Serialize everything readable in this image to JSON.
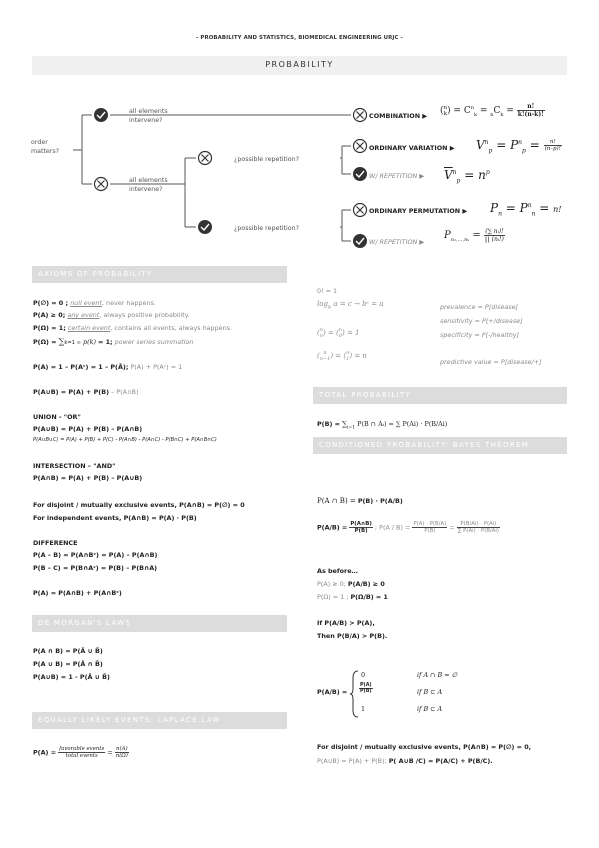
{
  "header": "- PROBABILITY AND STATISTICS, BIOMEDICAL ENGINEERING URJC -",
  "title": "PROBABILITY",
  "tree": {
    "root": "order matters?",
    "branch_top": "all elements intervene?",
    "branch_bottom": "all elements intervene?",
    "rep_q1": "¿possible repetition?",
    "rep_q2": "¿possible repetition?",
    "combination": "COMBINATION ▶",
    "ordinary_variation": "ORDINARY VARIATION ▶",
    "variation_rep": "W/ REPETITION ▶",
    "ordinary_permutation": "ORDINARY PERMUTATION ▶",
    "permutation_rep": "W/ REPETITION ▶"
  },
  "sections": {
    "axioms": "AXIOMS OF PROBABILITY",
    "demorgan": "DE MORGAN'S LAWS",
    "laplace": "EQUALLY LIKELY EVENTS: LAPLACE LAW",
    "total": "TOTAL PROBABILITY",
    "conditioned": "CONDITIONED PROBABILITY: BAYES THEOREM"
  },
  "axioms": {
    "l1a": "P(∅) = 0 ;",
    "l1b": "null event",
    "l1c": ", never happens.",
    "l2a": "P(A) ≥ 0;",
    "l2b": "any event",
    "l2c": ", always positive probability.",
    "l3a": "P(Ω) = 1;",
    "l3b": "certain event",
    "l3c": ", contains all events, always happens.",
    "l4a": "P(Ω) =",
    "l4b": "∑",
    "l4c": "p(k)",
    "l4d": "= 1;",
    "l4e": "power series summation",
    "complement_a": "P(A) = 1 – P(Aᶜ) = 1 – P(Ā);",
    "complement_b": "P(A) + P(Aᶜ) = 1",
    "union_a": "P(A∪B) = P(A) + P(B)",
    "union_b": "– P(A∩B)",
    "union_title": "UNION - \"OR\"",
    "union_1": "P(A∪B) = P(A) + P(B) – P(A∩B)",
    "union_3": "P(A∪B∪C) = P(A) + P(B) + P(C) - P(A∩B) - P(A∩C) - P(B∩C) + P(A∩B∩C)",
    "inter_title": "INTERSECTION – \"AND\"",
    "inter_1": "P(A∩B) = P(A) + P(B) – P(A∪B)",
    "disjoint": "For disjoint / mutually exclusive events, P(A∩B) = P(∅) = 0",
    "independent": "For independent events, P(A∩B) = P(A) · P(B)",
    "diff_title": "DIFFERENCE",
    "diff_1": "P(A – B) = P(A∩Bᶜ) = P(A) – P(A∩B)",
    "diff_2": "P(B – C) = P(B∩Aᶜ) = P(B) – P(B∩A)",
    "partition": "P(A) = P(A∩B) + P(A∩Bᶜ)"
  },
  "demorgan": {
    "l1": "P(A ∩ B) = P(Ā ∪ B̄)",
    "l2": "P(A ∪ B) = P(Ā ∩ B̄)",
    "l3": "P(A∪B) = 1 - P(Ā ∪ B̄)"
  },
  "laplace": {
    "lhs": "P(A) =",
    "num": "favorable events",
    "den": "total events",
    "num2": "n(A)",
    "den2": "n(Ω)"
  },
  "right": {
    "fact": "0! = 1",
    "log": "log",
    "log_b": "b",
    "log_rest": "a = c → bᶜ = a",
    "prevalence": "prevalence = P[disease]",
    "sensitivity": "sensitivity = P[+/disease]",
    "specificity": "specificity = P[-/healthy]",
    "ppv": "predictive value = P[disease/+]",
    "binom1": "= 1",
    "binom2": "= n"
  },
  "total": {
    "lhs": "P(B) =",
    "rhs": "P(B ∩ Aᵢ) = ∑ P(Ai) · P(B/Ai)"
  },
  "bayes": {
    "l1a": "P(A ∩ B) =",
    "l1b": "P(B) · P(A/B)",
    "l2a": "P(A/B) =",
    "f1n": "P(A∩B)",
    "f1d": "P(B)",
    "l2b": "; P(A / B) =",
    "f2n": "P(A) · P(B/A)",
    "f2d": "P(B)",
    "f3n": "P(B/Ai) · P(Ai)",
    "f3d": "∑ P(Ai) · P(B/Ai)",
    "before": "As before…",
    "b1a": "P(A) ≥ 0;",
    "b1b": "P(A/B) ≥ 0",
    "b2a": "P(Ω) = 1 ;",
    "b2b": "P(Ω/B) = 1",
    "if1": "If P(A/B) > P(A),",
    "if2": "Then P(B/A) > P(B).",
    "pw_lhs": "P(A/B) =",
    "pw1": "0",
    "pw1c": "if A ∩ B = ∅",
    "pw2n": "P(A)",
    "pw2d": "P(B)",
    "pw2c": "if B ⊂ A",
    "pw3": "1",
    "pw3c": "if B ⊂ A",
    "disj": "For disjoint / mutually exclusive events, P(A∩B) = P(∅) = 0,",
    "last_a": "P(A∪B) = P(A) + P(B);",
    "last_b": "P( A∪B /C) = P(A/C) + P(B/C)."
  }
}
